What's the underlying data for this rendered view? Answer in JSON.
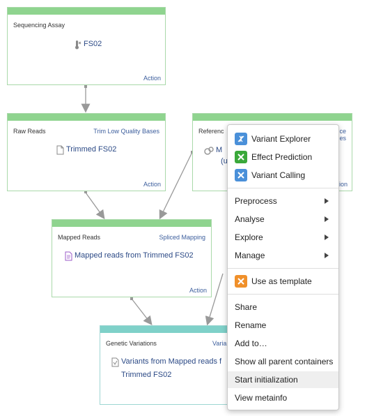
{
  "nodes": {
    "sequencing": {
      "title": "Sequencing Assay",
      "item": "FS02",
      "action": "Action"
    },
    "raw": {
      "title": "Raw Reads",
      "link": "Trim Low Quality Bases",
      "item": "Trimmed FS02",
      "action": "Action"
    },
    "reference": {
      "title": "Referenc",
      "link_line1": "ce",
      "link_line2": "es",
      "item_line1": "M",
      "item_line2": "(u",
      "action": "ction"
    },
    "mapped": {
      "title": "Mapped Reads",
      "link": "Spliced Mapping",
      "item": "Mapped reads from Trimmed FS02",
      "action": "Action"
    },
    "variations": {
      "title": "Genetic Variations",
      "link": "Varia",
      "item_line1": "Variants from Mapped reads f",
      "item_line2": "Trimmed FS02"
    }
  },
  "menu": {
    "tools": [
      {
        "label": "Variant Explorer",
        "icon": "variant-explorer-icon",
        "color": "#4a90d9"
      },
      {
        "label": "Effect Prediction",
        "icon": "effect-prediction-icon",
        "color": "#3aa83a"
      },
      {
        "label": "Variant Calling",
        "icon": "variant-calling-icon",
        "color": "#4a90d9"
      }
    ],
    "submenus": [
      "Preprocess",
      "Analyse",
      "Explore",
      "Manage"
    ],
    "template": {
      "label": "Use as template",
      "icon": "template-icon",
      "color": "#f0902a"
    },
    "actions": [
      "Share",
      "Rename",
      "Add to…",
      "Show all parent containers",
      "Start initialization",
      "View metainfo"
    ],
    "highlighted": "Start initialization"
  }
}
